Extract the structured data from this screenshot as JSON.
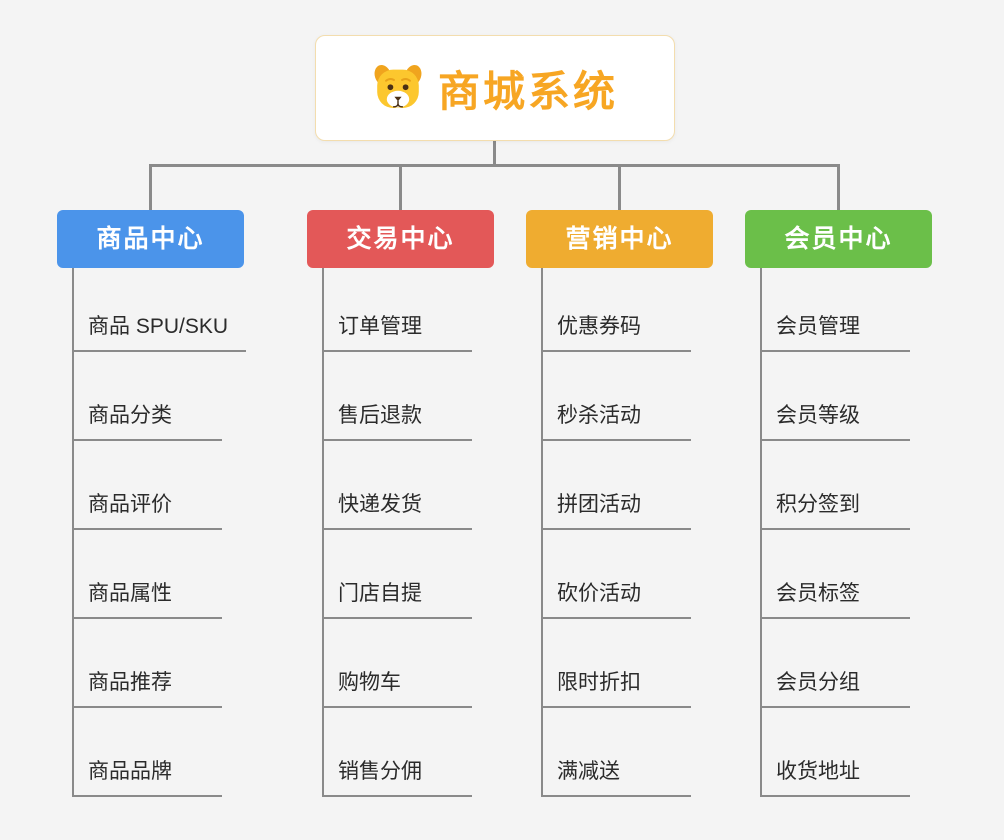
{
  "root": {
    "label": "商城系统",
    "icon": "dog-face-icon",
    "text_color": "#f7a623"
  },
  "connector_color": "#8a8a8a",
  "branches": [
    {
      "label": "商品中心",
      "color": "#4b94ea",
      "items": [
        "商品 SPU/SKU",
        "商品分类",
        "商品评价",
        "商品属性",
        "商品推荐",
        "商品品牌"
      ]
    },
    {
      "label": "交易中心",
      "color": "#e35858",
      "items": [
        "订单管理",
        "售后退款",
        "快递发货",
        "门店自提",
        "购物车",
        "销售分佣"
      ]
    },
    {
      "label": "营销中心",
      "color": "#efac30",
      "items": [
        "优惠券码",
        "秒杀活动",
        "拼团活动",
        "砍价活动",
        "限时折扣",
        "满减送"
      ]
    },
    {
      "label": "会员中心",
      "color": "#6bbf49",
      "items": [
        "会员管理",
        "会员等级",
        "积分签到",
        "会员标签",
        "会员分组",
        "收货地址"
      ]
    }
  ]
}
